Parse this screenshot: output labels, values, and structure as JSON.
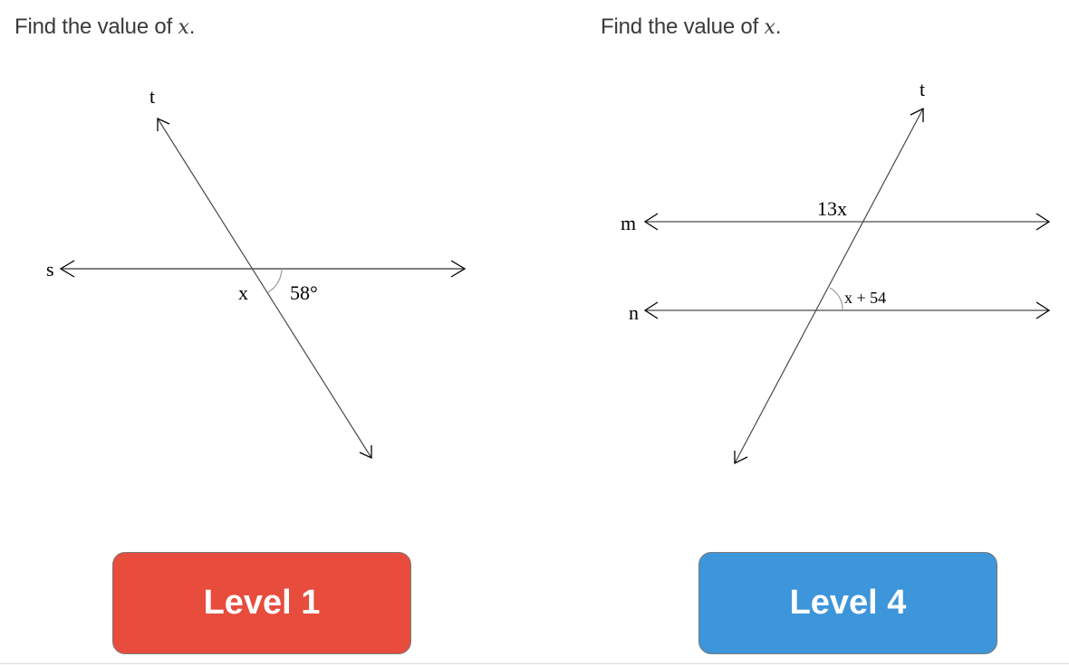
{
  "problems": [
    {
      "prompt": "Find the value of",
      "variable": "x",
      "prompt_end": ".",
      "labels": {
        "transversal": "t",
        "line": "s",
        "unknown_angle": "x",
        "known_angle": "58°"
      },
      "button": {
        "label": "Level 1",
        "color": "#E74C3C"
      }
    },
    {
      "prompt": "Find the value of",
      "variable": "x",
      "prompt_end": ".",
      "labels": {
        "transversal": "t",
        "line_top": "m",
        "line_bottom": "n",
        "angle_top": "13x",
        "angle_bottom": "x + 54"
      },
      "button": {
        "label": "Level 4",
        "color": "#3D95DA"
      }
    }
  ]
}
